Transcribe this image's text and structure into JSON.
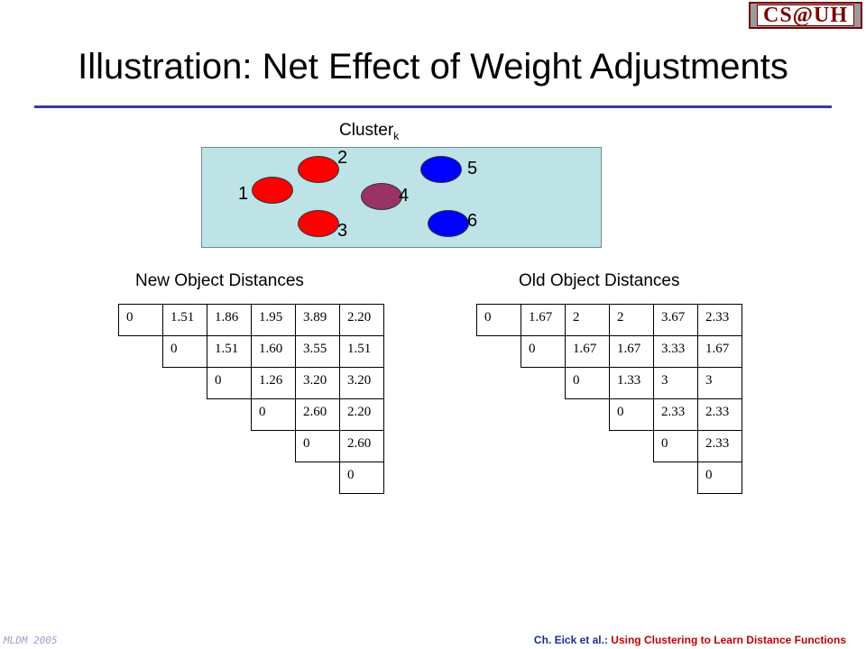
{
  "logo_text": "CS@UH",
  "title": "Illustration: Net Effect of Weight Adjustments",
  "cluster": {
    "label": "Cluster",
    "subscript": "k"
  },
  "objects": [
    {
      "id": "1",
      "color": "#ff0000"
    },
    {
      "id": "2",
      "color": "#ff0000"
    },
    {
      "id": "3",
      "color": "#ff0000"
    },
    {
      "id": "4",
      "color": "#993366"
    },
    {
      "id": "5",
      "color": "#0000ff"
    },
    {
      "id": "6",
      "color": "#0000ff"
    }
  ],
  "new_distances": {
    "heading": "New Object Distances",
    "rows": [
      [
        "0",
        "1.51",
        "1.86",
        "1.95",
        "3.89",
        "2.20"
      ],
      [
        "0",
        "1.51",
        "1.60",
        "3.55",
        "1.51"
      ],
      [
        "0",
        "1.26",
        "3.20",
        "3.20"
      ],
      [
        "0",
        "2.60",
        "2.20"
      ],
      [
        "0",
        "2.60"
      ],
      [
        "0"
      ]
    ]
  },
  "old_distances": {
    "heading": "Old Object Distances",
    "rows": [
      [
        "0",
        "1.67",
        "2",
        "2",
        "3.67",
        "2.33"
      ],
      [
        "0",
        "1.67",
        "1.67",
        "3.33",
        "1.67"
      ],
      [
        "0",
        "1.33",
        "3",
        "3"
      ],
      [
        "0",
        "2.33",
        "2.33"
      ],
      [
        "0",
        "2.33"
      ],
      [
        "0"
      ]
    ]
  },
  "footer": {
    "left": "MLDM 2005",
    "author": "Ch. Eick et al.:",
    "subject": "Using Clustering to Learn Distance Functions"
  }
}
